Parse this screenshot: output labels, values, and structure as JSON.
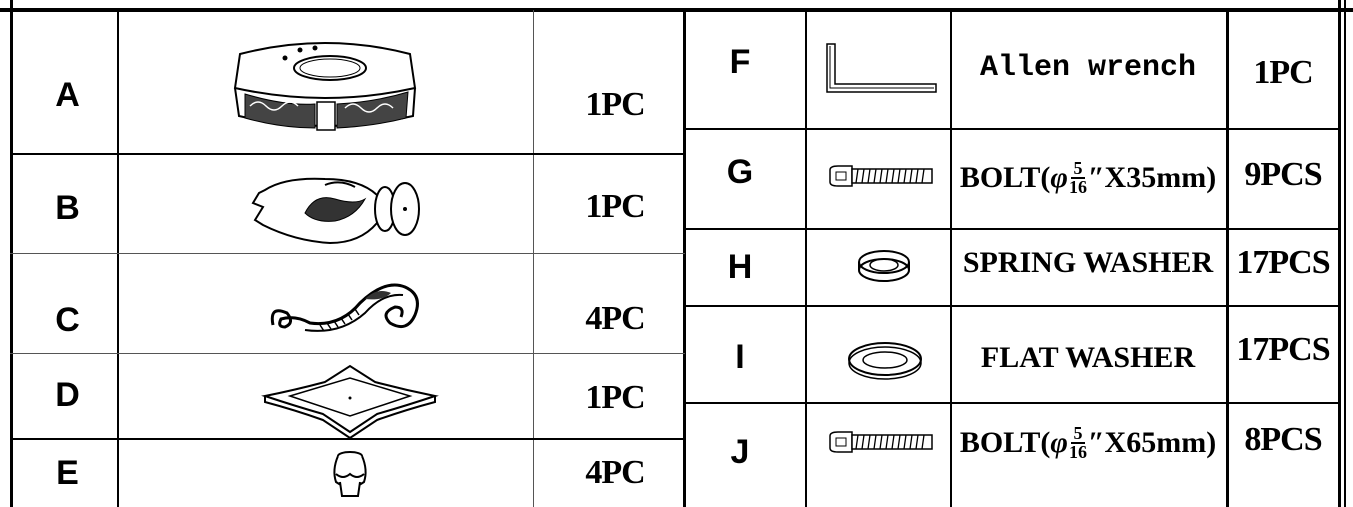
{
  "left_table": {
    "rows": [
      {
        "letter": "A",
        "qty": "1PC",
        "icon": "vanity-top-icon"
      },
      {
        "letter": "B",
        "qty": "1PC",
        "icon": "carved-bracket-icon"
      },
      {
        "letter": "C",
        "qty": "4PC",
        "icon": "scroll-leg-icon"
      },
      {
        "letter": "D",
        "qty": "1PC",
        "icon": "base-stretcher-icon"
      },
      {
        "letter": "E",
        "qty": "4PC",
        "icon": "bun-foot-icon"
      }
    ]
  },
  "right_table": {
    "rows": [
      {
        "letter": "F",
        "desc": "Allen wrench",
        "qty": "1PC",
        "icon": "allen-wrench-icon"
      },
      {
        "letter": "G",
        "desc_pre": "BOLT(",
        "phi": "φ",
        "frac_num": "5",
        "frac_den": "16",
        "desc_post": "″X35mm)",
        "qty": "9PCS",
        "icon": "bolt-icon"
      },
      {
        "letter": "H",
        "desc": "SPRING WASHER",
        "qty": "17PCS",
        "icon": "spring-washer-icon"
      },
      {
        "letter": "I",
        "desc": "FLAT WASHER",
        "qty": "17PCS",
        "icon": "flat-washer-icon"
      },
      {
        "letter": "J",
        "desc_pre": "BOLT(",
        "phi": "φ",
        "frac_num": "5",
        "frac_den": "16",
        "desc_post": "″X65mm)",
        "qty": "8PCS",
        "icon": "bolt-icon"
      }
    ]
  }
}
